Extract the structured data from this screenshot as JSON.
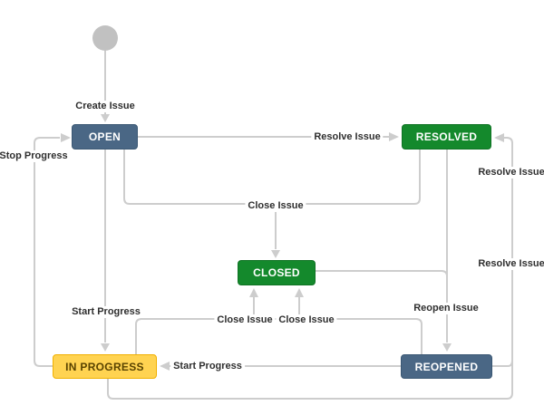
{
  "diagram": {
    "type": "workflow-state-diagram",
    "nodes": [
      {
        "id": "start",
        "label": "",
        "kind": "start-point"
      },
      {
        "id": "open",
        "label": "OPEN",
        "kind": "status",
        "color": "blue"
      },
      {
        "id": "resolved",
        "label": "RESOLVED",
        "kind": "status",
        "color": "green"
      },
      {
        "id": "closed",
        "label": "CLOSED",
        "kind": "status",
        "color": "green"
      },
      {
        "id": "in_progress",
        "label": "IN PROGRESS",
        "kind": "status",
        "color": "yellow"
      },
      {
        "id": "reopened",
        "label": "REOPENED",
        "kind": "status",
        "color": "blue"
      }
    ],
    "transitions": [
      {
        "label": "Create Issue",
        "from": "start",
        "to": "open"
      },
      {
        "label": "Resolve Issue",
        "from": "open",
        "to": "resolved"
      },
      {
        "label": "Stop Progress",
        "from": "in_progress",
        "to": "open"
      },
      {
        "label": "Close Issue",
        "from": "open, resolved",
        "to": "closed"
      },
      {
        "label": "Start Progress",
        "from": "open",
        "to": "in_progress"
      },
      {
        "label": "Close Issue",
        "from": "in_progress",
        "to": "closed"
      },
      {
        "label": "Close Issue",
        "from": "reopened",
        "to": "closed"
      },
      {
        "label": "Start Progress",
        "from": "reopened",
        "to": "in_progress"
      },
      {
        "label": "Reopen Issue",
        "from": "resolved, closed",
        "to": "reopened"
      },
      {
        "label": "Resolve Issue",
        "from": "reopened",
        "to": "resolved"
      },
      {
        "label": "Resolve Issue",
        "from": "in_progress",
        "to": "resolved"
      }
    ],
    "colors": {
      "node_blue": "#4a6785",
      "node_blue_border": "#3b5874",
      "node_green": "#14892c",
      "node_green_border": "#0f7324",
      "node_yellow": "#ffd351",
      "node_yellow_border": "#f0b000",
      "node_yellow_text": "#594300",
      "line": "#cdcdcd",
      "start_circle": "#c1c1c1",
      "label_text": "#2f2f2f",
      "background": "#ffffff"
    }
  }
}
